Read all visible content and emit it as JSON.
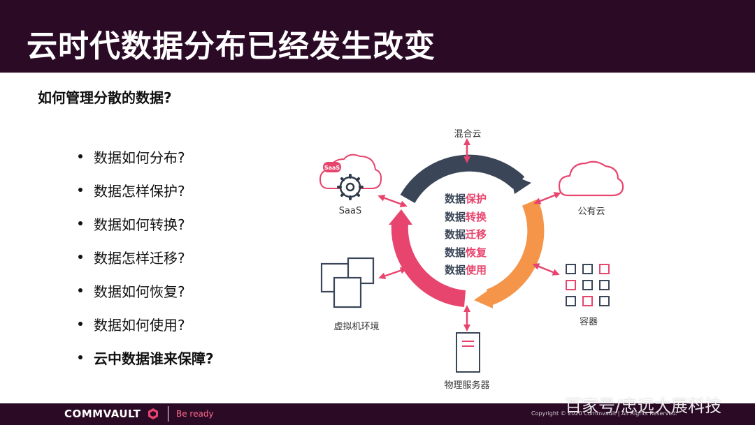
{
  "slide": {
    "title": "云时代数据分布已经发生改变",
    "subtitle": "如何管理分散的数据?",
    "bullets": [
      "数据如何分布?",
      "数据怎样保护?",
      "数据如何转换?",
      "数据怎样迁移?",
      "数据如何恢复?",
      "数据如何使用?",
      "云中数据谁来保障?"
    ]
  },
  "diagram": {
    "labels": {
      "hybrid_cloud": "混合云",
      "saas": "SaaS",
      "saas_badge": "SaaS",
      "public_cloud": "公有云",
      "virtual_env": "虚拟机环境",
      "containers": "容器",
      "physical_server": "物理服务器"
    },
    "center": [
      {
        "prefix": "数据",
        "accent": "保护"
      },
      {
        "prefix": "数据",
        "accent": "转换"
      },
      {
        "prefix": "数据",
        "accent": "迁移"
      },
      {
        "prefix": "数据",
        "accent": "恢复"
      },
      {
        "prefix": "数据",
        "accent": "使用"
      }
    ],
    "colors": {
      "navy": "#3a4658",
      "orange": "#f5954a",
      "pink": "#e8456e"
    }
  },
  "footer": {
    "brand": "COMMVAULT",
    "tagline": "Be ready",
    "copyright": "Copyright © 2020 Commvault | All Rights Reserved.",
    "watermark": "百家号/忠远大展科技"
  }
}
